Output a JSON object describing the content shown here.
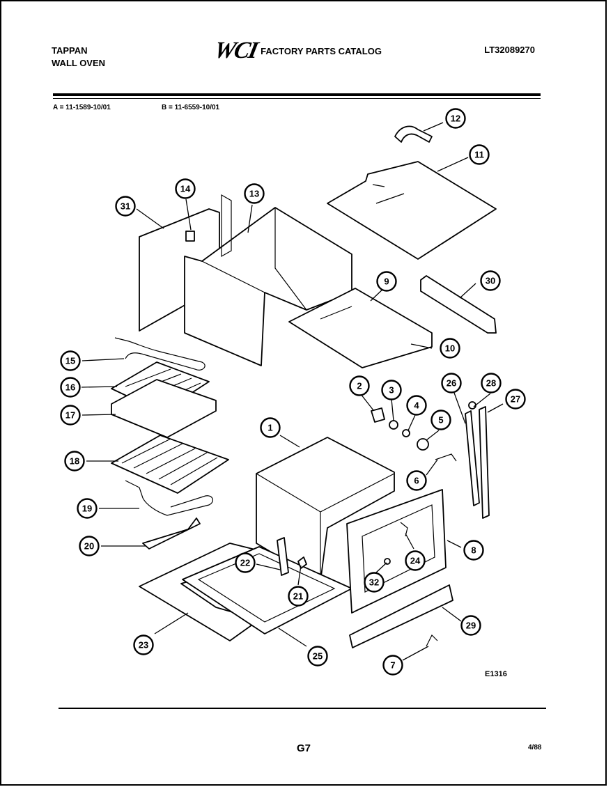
{
  "header": {
    "brand_line1": "TAPPAN",
    "brand_line2": "WALL OVEN",
    "logo": "WCI",
    "catalog_title": "FACTORY PARTS CATALOG",
    "document_number": "LT32089270"
  },
  "models": {
    "a": "A = 11-1589-10/01",
    "b": "B = 11-6559-10/01"
  },
  "figure_code": "E1316",
  "footer": {
    "page": "G7",
    "date": "4/88"
  },
  "callouts": [
    "1",
    "2",
    "3",
    "4",
    "5",
    "6",
    "7",
    "8",
    "9",
    "10",
    "11",
    "12",
    "13",
    "14",
    "15",
    "16",
    "17",
    "18",
    "19",
    "20",
    "21",
    "22",
    "23",
    "24",
    "25",
    "26",
    "27",
    "28",
    "29",
    "30",
    "31",
    "32"
  ]
}
